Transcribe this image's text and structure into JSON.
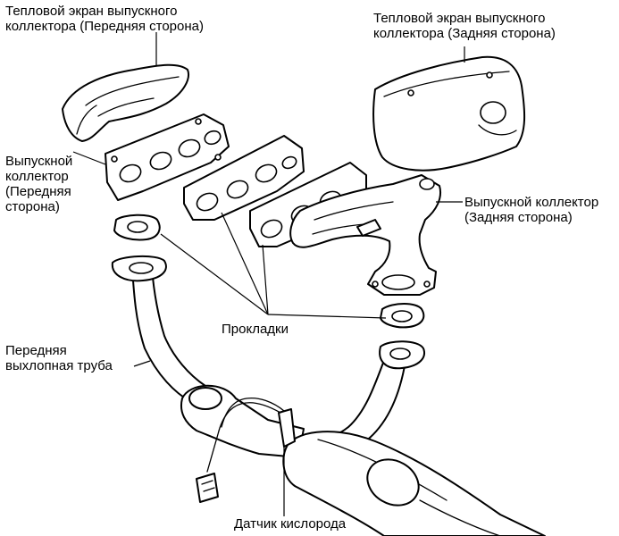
{
  "labels": {
    "front_heat_shield": [
      "Тепловой экран выпускного",
      "коллектора (Передняя сторона)"
    ],
    "rear_heat_shield": [
      "Тепловой экран выпускного",
      "коллектора (Задняя сторона)"
    ],
    "front_manifold": [
      "Выпускной",
      "коллектор",
      "(Передняя",
      "сторона)"
    ],
    "rear_manifold": [
      "Выпускной коллектор",
      "(Задняя сторона)"
    ],
    "gaskets": "Прокладки",
    "front_pipe": [
      "Передняя",
      "выхлопная труба"
    ],
    "oxygen_sensor": "Датчик кислорода"
  }
}
